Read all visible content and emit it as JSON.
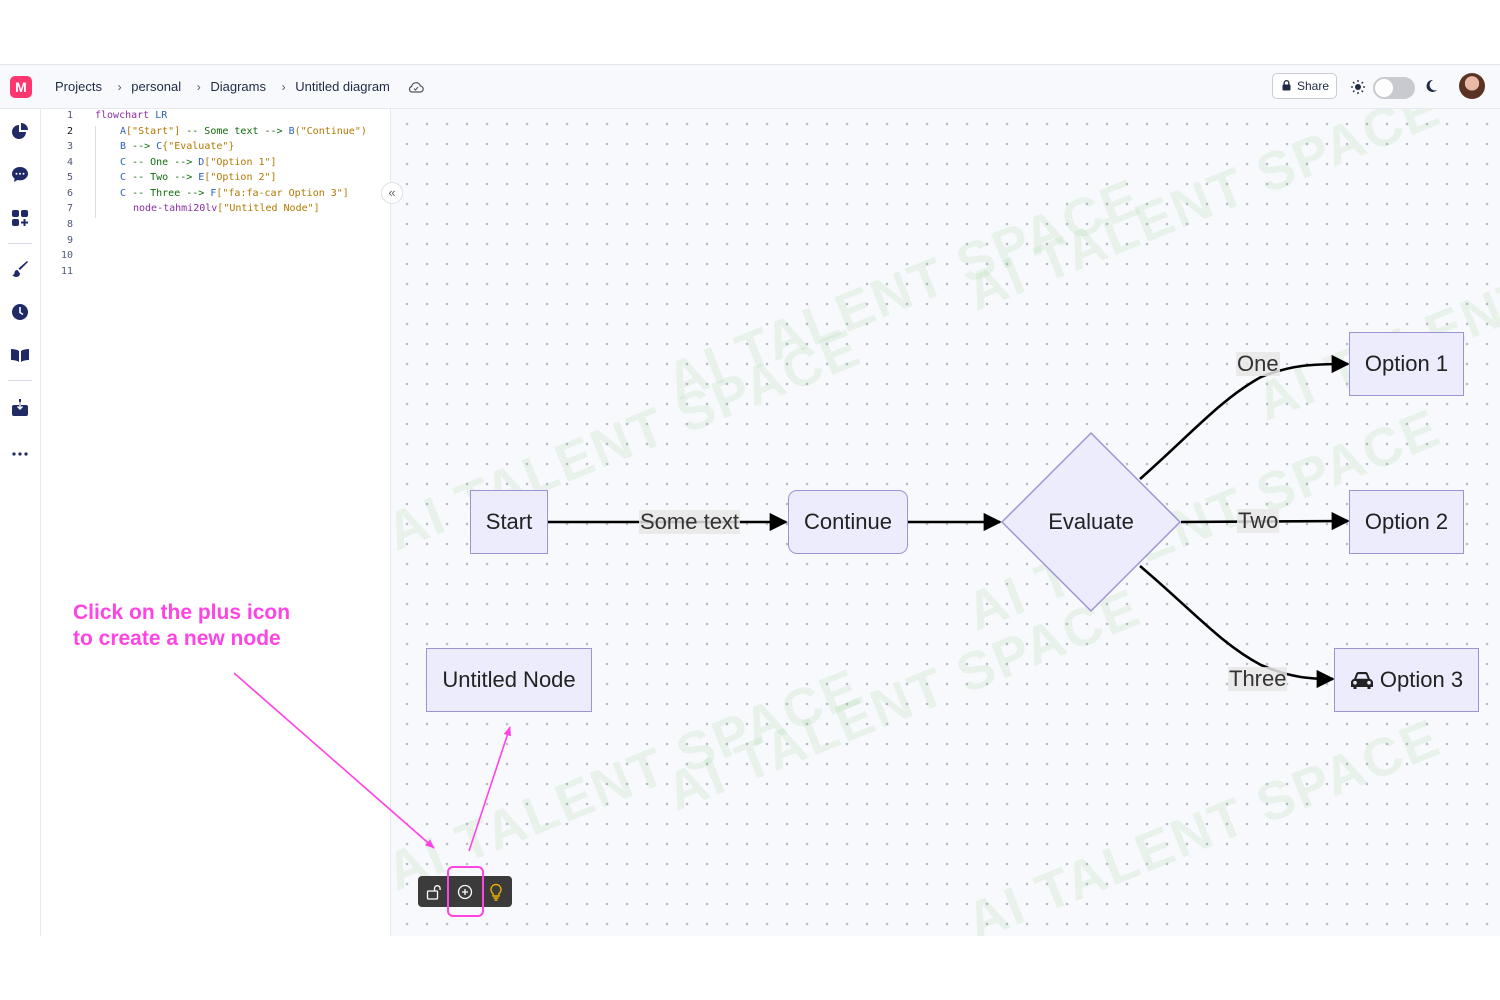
{
  "header": {
    "logo_icon": "mermaid-logo-icon",
    "breadcrumbs": [
      "Projects",
      "personal",
      "Diagrams",
      "Untitled diagram"
    ],
    "share_label": "Share",
    "theme_toggle": "off"
  },
  "sidebar": {
    "icons": [
      "pie-chart-icon",
      "chat-icon",
      "apps-icon",
      "brush-icon",
      "clock-icon",
      "book-icon",
      "download-icon",
      "more-icon"
    ]
  },
  "editor": {
    "line_numbers": [
      "1",
      "2",
      "3",
      "4",
      "5",
      "6",
      "7",
      "8",
      "9",
      "10",
      "11"
    ],
    "lines": {
      "l1": {
        "kw": "flowchart",
        "dir": " LR"
      },
      "l2": {
        "a": "A",
        "a_text": "[\"Start\"]",
        "edge": " -- Some text --> ",
        "b": "B",
        "b_text": "(\"Continue\")"
      },
      "l3": {
        "b": "B",
        "arrow": " --> ",
        "c": "C",
        "c_text": "{\"Evaluate\"}"
      },
      "l4": {
        "c": "C",
        "edge": " -- One --> ",
        "d": "D",
        "d_text": "[\"Option 1\"]"
      },
      "l5": {
        "c": "C",
        "edge": " -- Two --> ",
        "e": "E",
        "e_text": "[\"Option 2\"]"
      },
      "l6": {
        "c": "C",
        "edge": " -- Three --> ",
        "f": "F",
        "f_text": "[\"fa:fa-car Option 3\"]"
      },
      "l7": {
        "id": "node-tahmi20lv",
        "text": "[\"Untitled Node\"]"
      }
    },
    "collapse_icon": "double-chevron-left-icon"
  },
  "diagram": {
    "nodes": {
      "start": "Start",
      "continue": "Continue",
      "evaluate": "Evaluate",
      "option1": "Option 1",
      "option2": "Option 2",
      "option3": "Option 3",
      "untitled": "Untitled Node"
    },
    "edge_labels": {
      "some_text": "Some text",
      "one": "One",
      "two": "Two",
      "three": "Three"
    },
    "option3_icon": "car-icon"
  },
  "watermark": "AI TALENT SPACE",
  "annotation": {
    "line1": "Click on the plus icon",
    "line2": "to create a new node",
    "color": "#ff44e4"
  },
  "toolbar": {
    "icons": [
      "unlock-icon",
      "plus-circle-icon",
      "lightbulb-icon"
    ]
  }
}
